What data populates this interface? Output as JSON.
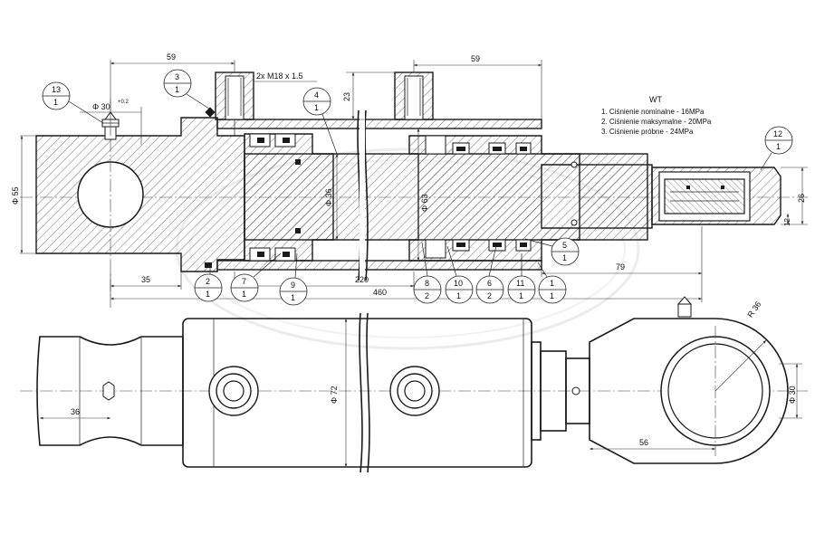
{
  "dimensions": {
    "top_left_59": "59",
    "thread": "2x M18 x 1.5",
    "top_right_59": "59",
    "port_23": "23",
    "dia_55": "Φ 55",
    "dia_30_pin": "Φ 30",
    "dia_30_tol": "+0.2",
    "dia_36": "Φ 36",
    "dia_63": "Φ 63",
    "len_35": "35",
    "len_220": "220",
    "len_460": "460",
    "len_79": "79",
    "rod_26": "26",
    "rod_12": "12",
    "dia_72": "Φ 72",
    "len_36": "36",
    "len_56": "56",
    "radius_36": "R 36",
    "dia_30_eye": "Φ 30"
  },
  "balloons": [
    {
      "num": "13",
      "qty": "1"
    },
    {
      "num": "3",
      "qty": "1"
    },
    {
      "num": "4",
      "qty": "1"
    },
    {
      "num": "12",
      "qty": "1"
    },
    {
      "num": "5",
      "qty": "1"
    },
    {
      "num": "2",
      "qty": "1"
    },
    {
      "num": "7",
      "qty": "1"
    },
    {
      "num": "9",
      "qty": "1"
    },
    {
      "num": "8",
      "qty": "2"
    },
    {
      "num": "10",
      "qty": "1"
    },
    {
      "num": "6",
      "qty": "2"
    },
    {
      "num": "11",
      "qty": "1"
    },
    {
      "num": "1",
      "qty": "1"
    }
  ],
  "notes": {
    "title": "WT",
    "lines": [
      "1. Ciśnienie nominalne   - 16MPa",
      "2. Ciśnienie maksymalne - 20MPa",
      "3. Ciśnienie próbne        - 24MPa"
    ]
  }
}
